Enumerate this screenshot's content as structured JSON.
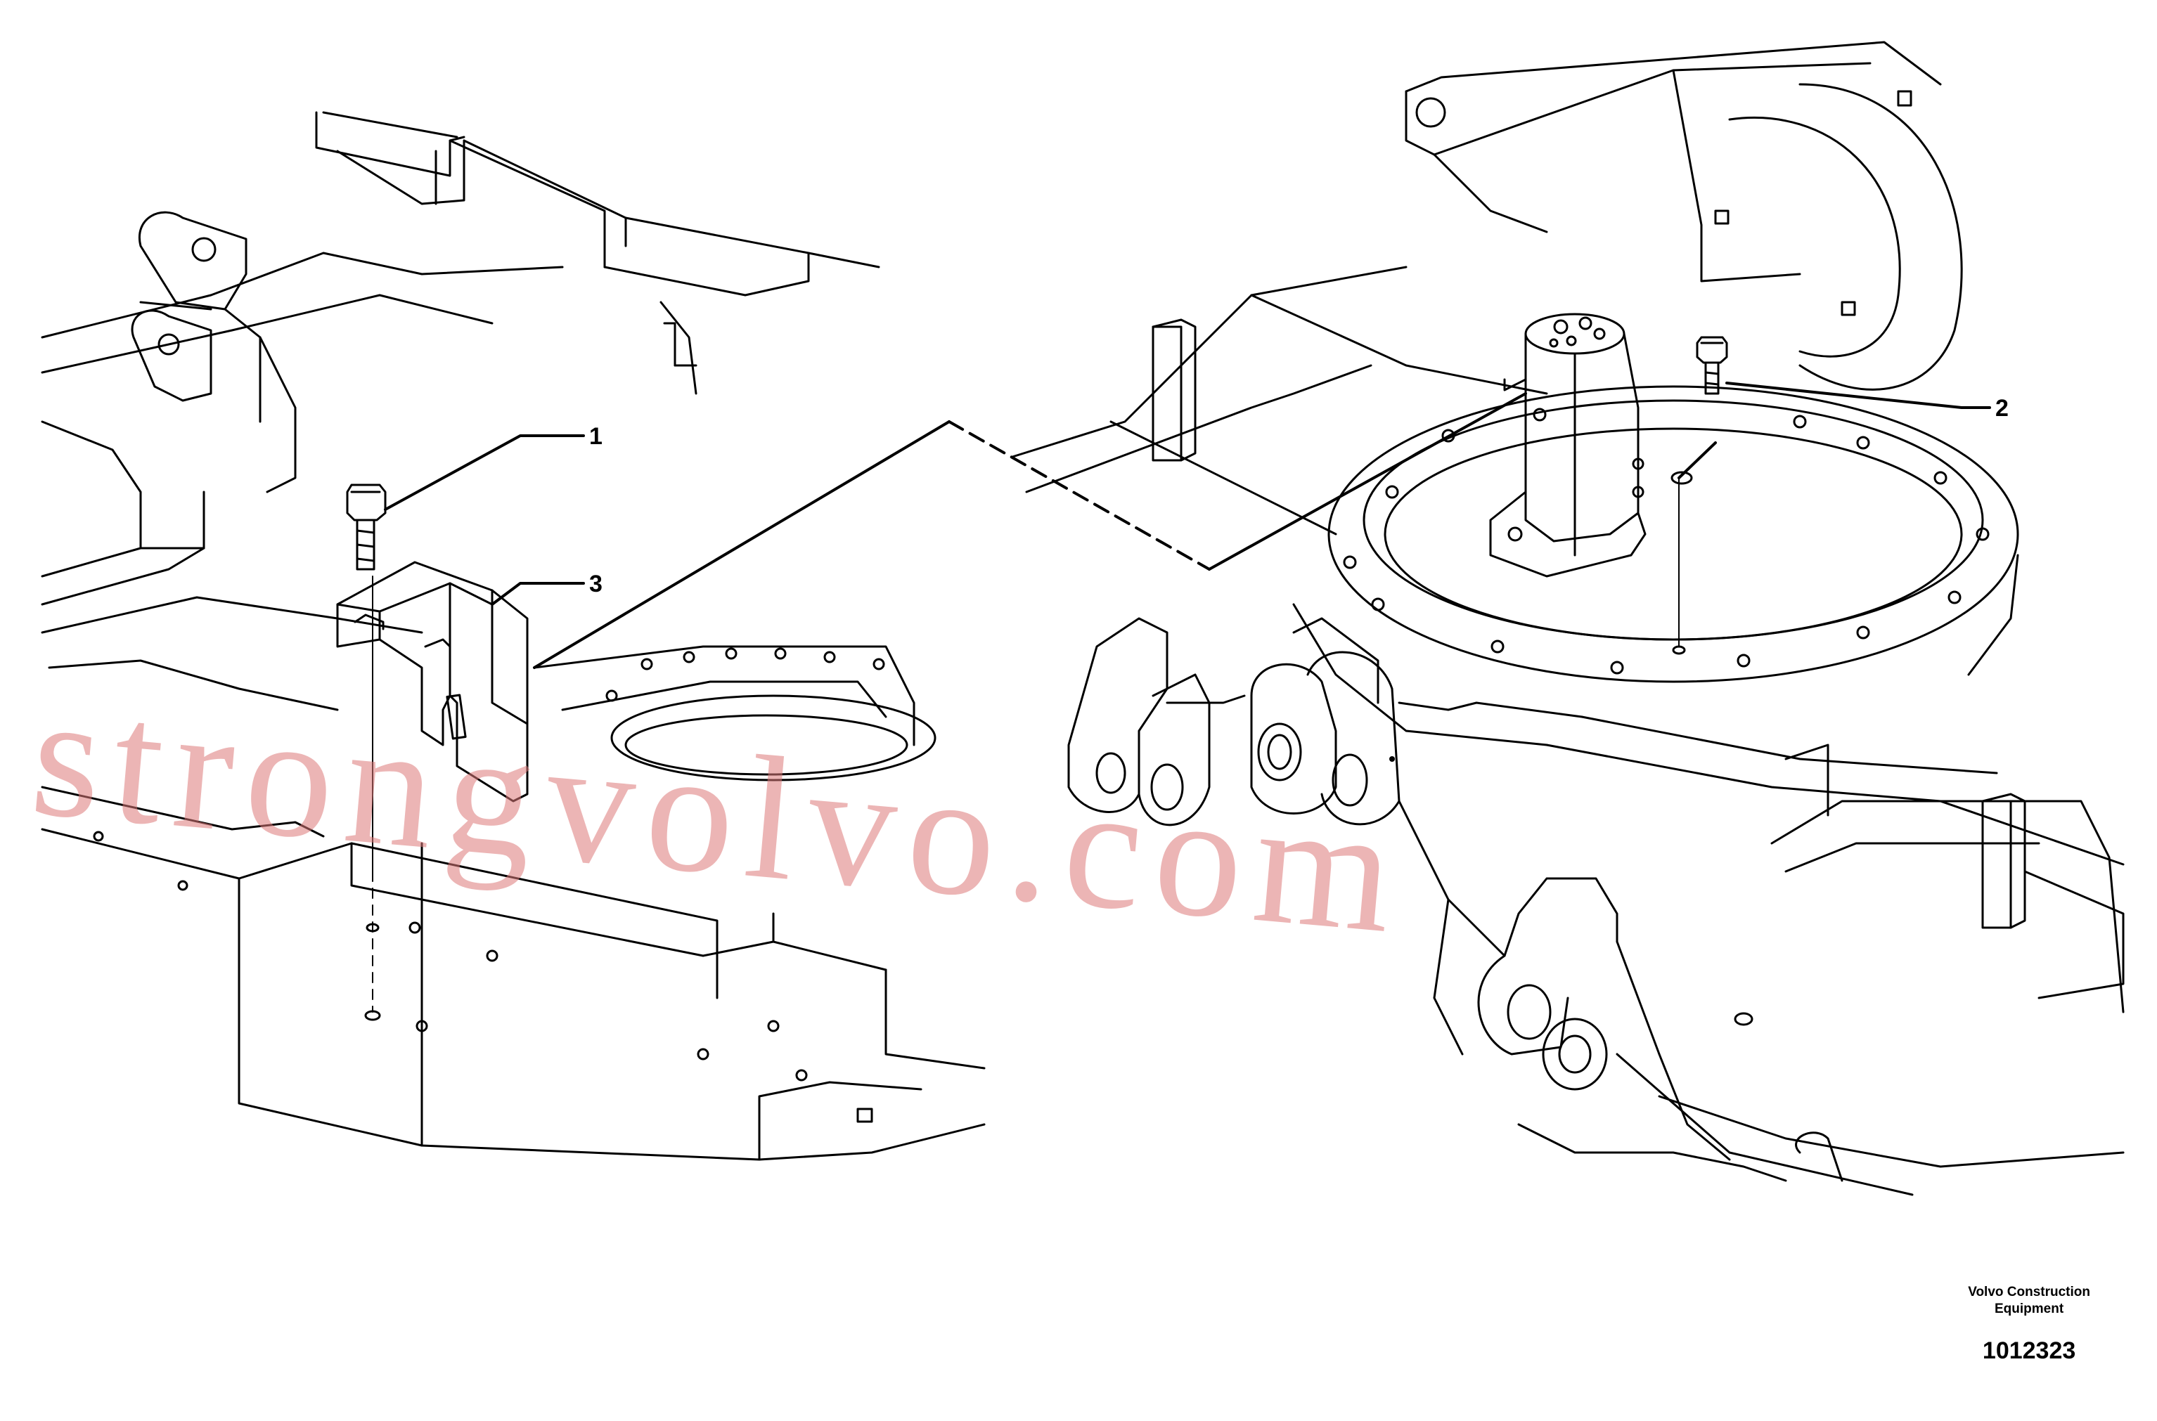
{
  "callouts": [
    {
      "id": "1",
      "label": "1"
    },
    {
      "id": "2",
      "label": "2"
    },
    {
      "id": "3",
      "label": "3"
    }
  ],
  "watermark": "strongvolvo.com",
  "credit": {
    "line1": "Volvo Construction",
    "line2": "Equipment"
  },
  "drawing_number": "1012323"
}
